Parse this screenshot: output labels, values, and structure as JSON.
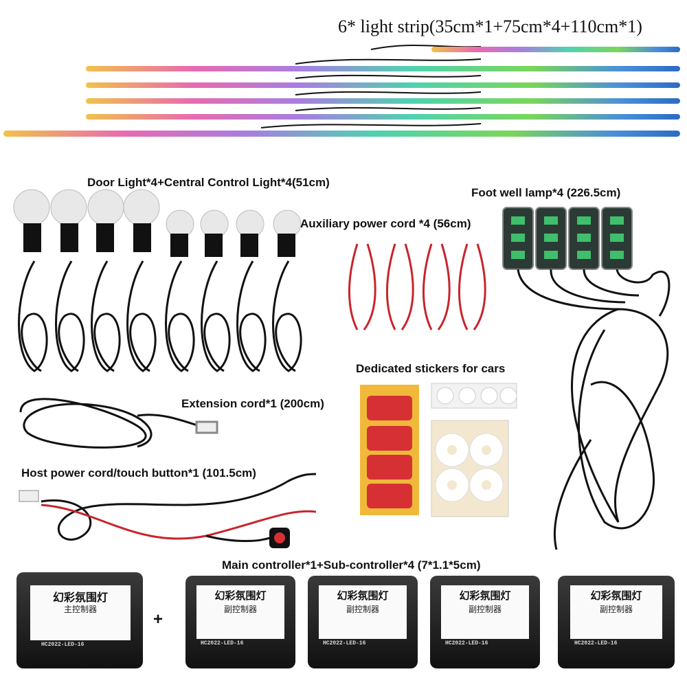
{
  "labels": {
    "strip": "6* light strip(35cm*1+75cm*4+110cm*1)",
    "door": "Door Light*4+Central Control Light*4(51cm)",
    "footwell": "Foot well lamp*4 (226.5cm)",
    "aux": "Auxiliary power cord *4 (56cm)",
    "stickers": "Dedicated stickers for cars",
    "extension": "Extension cord*1 (200cm)",
    "host": "Host power cord/touch button*1 (101.5cm)",
    "controllers": "Main controller*1+Sub-controller*4 (7*1.1*5cm)",
    "plus": "+"
  },
  "controllers": [
    {
      "title": "幻彩氛围灯",
      "subtitle": "主控制器",
      "model": "HC2022-LED-16"
    },
    {
      "title": "幻彩氛围灯",
      "subtitle": "副控制器",
      "model": "HC2022-LED-16"
    },
    {
      "title": "幻彩氛围灯",
      "subtitle": "副控制器",
      "model": "HC2022-LED-16"
    },
    {
      "title": "幻彩氛围灯",
      "subtitle": "副控制器",
      "model": "HC2022-LED-16"
    },
    {
      "title": "幻彩氛围灯",
      "subtitle": "副控制器",
      "model": "HC2022-LED-16"
    }
  ]
}
